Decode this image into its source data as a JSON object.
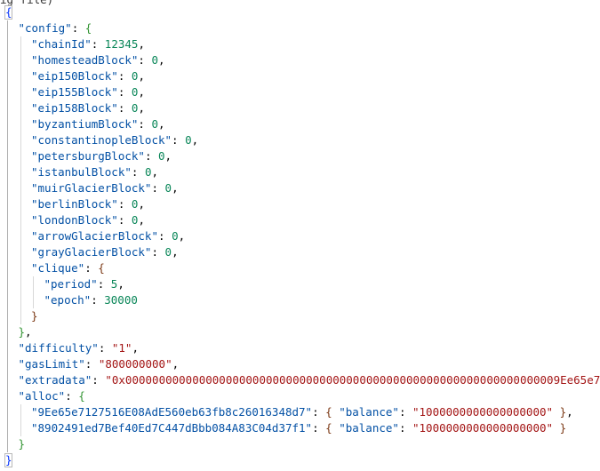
{
  "top_partial": "ig file)",
  "json_lines": [
    {
      "indent": 0,
      "tokens": [
        {
          "t": "{",
          "c": "bracket-blue"
        }
      ]
    },
    {
      "indent": 1,
      "tokens": [
        {
          "t": "\"config\"",
          "c": "key"
        },
        {
          "t": ": ",
          "c": "punc"
        },
        {
          "t": "{",
          "c": "bracket-green"
        }
      ]
    },
    {
      "indent": 2,
      "tokens": [
        {
          "t": "\"chainId\"",
          "c": "key"
        },
        {
          "t": ": ",
          "c": "punc"
        },
        {
          "t": "12345",
          "c": "num"
        },
        {
          "t": ",",
          "c": "punc"
        }
      ]
    },
    {
      "indent": 2,
      "tokens": [
        {
          "t": "\"homesteadBlock\"",
          "c": "key"
        },
        {
          "t": ": ",
          "c": "punc"
        },
        {
          "t": "0",
          "c": "num"
        },
        {
          "t": ",",
          "c": "punc"
        }
      ]
    },
    {
      "indent": 2,
      "tokens": [
        {
          "t": "\"eip150Block\"",
          "c": "key"
        },
        {
          "t": ": ",
          "c": "punc"
        },
        {
          "t": "0",
          "c": "num"
        },
        {
          "t": ",",
          "c": "punc"
        }
      ]
    },
    {
      "indent": 2,
      "tokens": [
        {
          "t": "\"eip155Block\"",
          "c": "key"
        },
        {
          "t": ": ",
          "c": "punc"
        },
        {
          "t": "0",
          "c": "num"
        },
        {
          "t": ",",
          "c": "punc"
        }
      ]
    },
    {
      "indent": 2,
      "tokens": [
        {
          "t": "\"eip158Block\"",
          "c": "key"
        },
        {
          "t": ": ",
          "c": "punc"
        },
        {
          "t": "0",
          "c": "num"
        },
        {
          "t": ",",
          "c": "punc"
        }
      ]
    },
    {
      "indent": 2,
      "tokens": [
        {
          "t": "\"byzantiumBlock\"",
          "c": "key"
        },
        {
          "t": ": ",
          "c": "punc"
        },
        {
          "t": "0",
          "c": "num"
        },
        {
          "t": ",",
          "c": "punc"
        }
      ]
    },
    {
      "indent": 2,
      "tokens": [
        {
          "t": "\"constantinopleBlock\"",
          "c": "key"
        },
        {
          "t": ": ",
          "c": "punc"
        },
        {
          "t": "0",
          "c": "num"
        },
        {
          "t": ",",
          "c": "punc"
        }
      ]
    },
    {
      "indent": 2,
      "tokens": [
        {
          "t": "\"petersburgBlock\"",
          "c": "key"
        },
        {
          "t": ": ",
          "c": "punc"
        },
        {
          "t": "0",
          "c": "num"
        },
        {
          "t": ",",
          "c": "punc"
        }
      ]
    },
    {
      "indent": 2,
      "tokens": [
        {
          "t": "\"istanbulBlock\"",
          "c": "key"
        },
        {
          "t": ": ",
          "c": "punc"
        },
        {
          "t": "0",
          "c": "num"
        },
        {
          "t": ",",
          "c": "punc"
        }
      ]
    },
    {
      "indent": 2,
      "tokens": [
        {
          "t": "\"muirGlacierBlock\"",
          "c": "key"
        },
        {
          "t": ": ",
          "c": "punc"
        },
        {
          "t": "0",
          "c": "num"
        },
        {
          "t": ",",
          "c": "punc"
        }
      ]
    },
    {
      "indent": 2,
      "tokens": [
        {
          "t": "\"berlinBlock\"",
          "c": "key"
        },
        {
          "t": ": ",
          "c": "punc"
        },
        {
          "t": "0",
          "c": "num"
        },
        {
          "t": ",",
          "c": "punc"
        }
      ]
    },
    {
      "indent": 2,
      "tokens": [
        {
          "t": "\"londonBlock\"",
          "c": "key"
        },
        {
          "t": ": ",
          "c": "punc"
        },
        {
          "t": "0",
          "c": "num"
        },
        {
          "t": ",",
          "c": "punc"
        }
      ]
    },
    {
      "indent": 2,
      "tokens": [
        {
          "t": "\"arrowGlacierBlock\"",
          "c": "key"
        },
        {
          "t": ": ",
          "c": "punc"
        },
        {
          "t": "0",
          "c": "num"
        },
        {
          "t": ",",
          "c": "punc"
        }
      ]
    },
    {
      "indent": 2,
      "tokens": [
        {
          "t": "\"grayGlacierBlock\"",
          "c": "key"
        },
        {
          "t": ": ",
          "c": "punc"
        },
        {
          "t": "0",
          "c": "num"
        },
        {
          "t": ",",
          "c": "punc"
        }
      ]
    },
    {
      "indent": 2,
      "tokens": [
        {
          "t": "\"clique\"",
          "c": "key"
        },
        {
          "t": ": ",
          "c": "punc"
        },
        {
          "t": "{",
          "c": "bracket-purple"
        }
      ]
    },
    {
      "indent": 3,
      "tokens": [
        {
          "t": "\"period\"",
          "c": "key"
        },
        {
          "t": ": ",
          "c": "punc"
        },
        {
          "t": "5",
          "c": "num"
        },
        {
          "t": ",",
          "c": "punc"
        }
      ]
    },
    {
      "indent": 3,
      "tokens": [
        {
          "t": "\"epoch\"",
          "c": "key"
        },
        {
          "t": ": ",
          "c": "punc"
        },
        {
          "t": "30000",
          "c": "num"
        }
      ]
    },
    {
      "indent": 2,
      "tokens": [
        {
          "t": "}",
          "c": "bracket-purple"
        }
      ]
    },
    {
      "indent": 1,
      "tokens": [
        {
          "t": "}",
          "c": "bracket-green"
        },
        {
          "t": ",",
          "c": "punc"
        }
      ]
    },
    {
      "indent": 1,
      "tokens": [
        {
          "t": "\"difficulty\"",
          "c": "key"
        },
        {
          "t": ": ",
          "c": "punc"
        },
        {
          "t": "\"1\"",
          "c": "str"
        },
        {
          "t": ",",
          "c": "punc"
        }
      ]
    },
    {
      "indent": 1,
      "tokens": [
        {
          "t": "\"gasLimit\"",
          "c": "key"
        },
        {
          "t": ": ",
          "c": "punc"
        },
        {
          "t": "\"800000000\"",
          "c": "str"
        },
        {
          "t": ",",
          "c": "punc"
        }
      ]
    },
    {
      "indent": 1,
      "tokens": [
        {
          "t": "\"extradata\"",
          "c": "key"
        },
        {
          "t": ": ",
          "c": "punc"
        },
        {
          "t": "\"0x00000000000000000000000000000000000000000000000000000000000000009Ee65e7",
          "c": "str"
        }
      ]
    },
    {
      "indent": 1,
      "tokens": [
        {
          "t": "\"alloc\"",
          "c": "key"
        },
        {
          "t": ": ",
          "c": "punc"
        },
        {
          "t": "{",
          "c": "bracket-green"
        }
      ]
    },
    {
      "indent": 2,
      "tokens": [
        {
          "t": "\"9Ee65e7127516E08AdE560eb63fb8c26016348d7\"",
          "c": "key"
        },
        {
          "t": ": ",
          "c": "punc"
        },
        {
          "t": "{",
          "c": "bracket-purple"
        },
        {
          "t": " ",
          "c": "punc"
        },
        {
          "t": "\"balance\"",
          "c": "key"
        },
        {
          "t": ": ",
          "c": "punc"
        },
        {
          "t": "\"1000000000000000000\"",
          "c": "str"
        },
        {
          "t": " ",
          "c": "punc"
        },
        {
          "t": "}",
          "c": "bracket-purple"
        },
        {
          "t": ",",
          "c": "punc"
        }
      ]
    },
    {
      "indent": 2,
      "tokens": [
        {
          "t": "\"8902491ed7Bef40Ed7C447dBbb084A83C04d37f1\"",
          "c": "key"
        },
        {
          "t": ": ",
          "c": "punc"
        },
        {
          "t": "{",
          "c": "bracket-purple"
        },
        {
          "t": " ",
          "c": "punc"
        },
        {
          "t": "\"balance\"",
          "c": "key"
        },
        {
          "t": ": ",
          "c": "punc"
        },
        {
          "t": "\"1000000000000000000\"",
          "c": "str"
        },
        {
          "t": " ",
          "c": "punc"
        },
        {
          "t": "}",
          "c": "bracket-purple"
        }
      ]
    },
    {
      "indent": 1,
      "tokens": [
        {
          "t": "}",
          "c": "bracket-green"
        }
      ]
    },
    {
      "indent": 0,
      "tokens": [
        {
          "t": "}",
          "c": "bracket-blue"
        }
      ]
    }
  ],
  "colors": {
    "key": "#0451a5",
    "string": "#a31515",
    "number": "#098658",
    "bracket_level1": "#0431fa",
    "bracket_level2": "#319331",
    "bracket_level3": "#7b3814"
  }
}
